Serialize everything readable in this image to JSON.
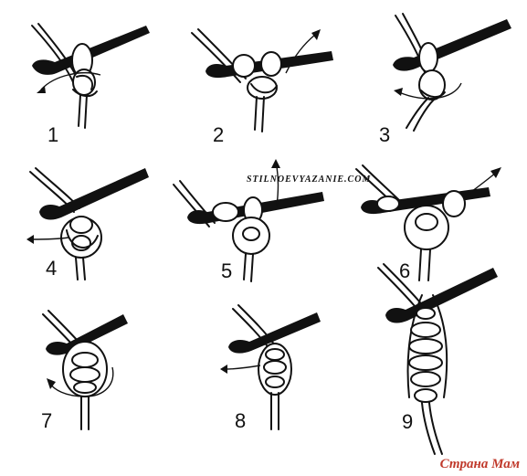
{
  "watermark": "STILNOEVYAZANIE.COM",
  "brand": {
    "text": "Страна Мам",
    "color_main": "#c0392b",
    "color_accent": "#ffffff"
  },
  "steps": [
    {
      "number": "1"
    },
    {
      "number": "2"
    },
    {
      "number": "3"
    },
    {
      "number": "4"
    },
    {
      "number": "5"
    },
    {
      "number": "6"
    },
    {
      "number": "7"
    },
    {
      "number": "8"
    },
    {
      "number": "9"
    }
  ]
}
